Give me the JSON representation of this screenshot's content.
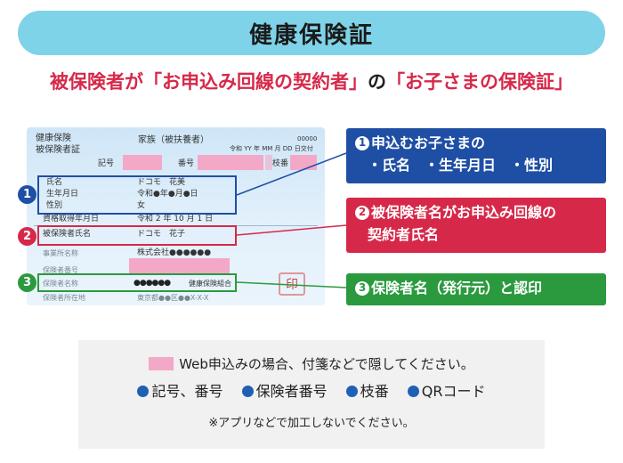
{
  "title": "健康保険証",
  "subtitle": {
    "part1": "被保険者が「お申込み回線の契約者」",
    "part2": "の",
    "part3": "「お子さまの保険証」"
  },
  "card": {
    "heading_line1": "健康保険",
    "heading_line2": "被保険者証",
    "family_label": "家族（被扶養者）",
    "serial": "00000",
    "issue_date": "令和 YY 年 MM 月 DD 日交付",
    "kigo_label": "記号",
    "bango_label": "番号",
    "edaban_label": "枝番",
    "name_label": "氏名",
    "name_value": "ドコモ　花美",
    "birth_label": "生年月日",
    "birth_value": "令和●年●月●日",
    "sex_label": "性別",
    "sex_value": "女",
    "qual_label": "資格取得年月日",
    "qual_value": "令和 2 年 10 月 1 日",
    "insured_label": "被保険者氏名",
    "insured_value": "ドコモ　花子",
    "office_label": "事業所名称",
    "office_value": "株式会社●●●●●●",
    "insurer_no_label": "保険者番号",
    "insurer_label": "保険者名称",
    "insurer_dots": "●●●●●●",
    "insurer_value": "健康保険組合",
    "address_label": "保険者所在地",
    "address_value": "東京都●●区●●X-X-X",
    "stamp": "印"
  },
  "badges": [
    "1",
    "2",
    "3"
  ],
  "callouts": [
    {
      "num": "1",
      "line1": "申込むお子さまの",
      "line2": "・氏名　・生年月日　・性別"
    },
    {
      "num": "2",
      "line1": "被保険者名がお申込み回線の",
      "line2": "契約者氏名"
    },
    {
      "num": "3",
      "line1": "保険者名（発行元）と認印"
    }
  ],
  "note": {
    "web_text": "Web申込みの場合、付箋などで隠してください。",
    "items": [
      "記号、番号",
      "保険者番号",
      "枝番",
      "QRコード"
    ],
    "footnote": "※アプリなどで加工しないでください。"
  },
  "colors": {
    "banner": "#7fd3e8",
    "accent_red": "#d6294a",
    "blue": "#1f4fa5",
    "green": "#2b9a3f",
    "sticky_pink": "#f4a8c8",
    "bullet_blue": "#1f60b5"
  }
}
